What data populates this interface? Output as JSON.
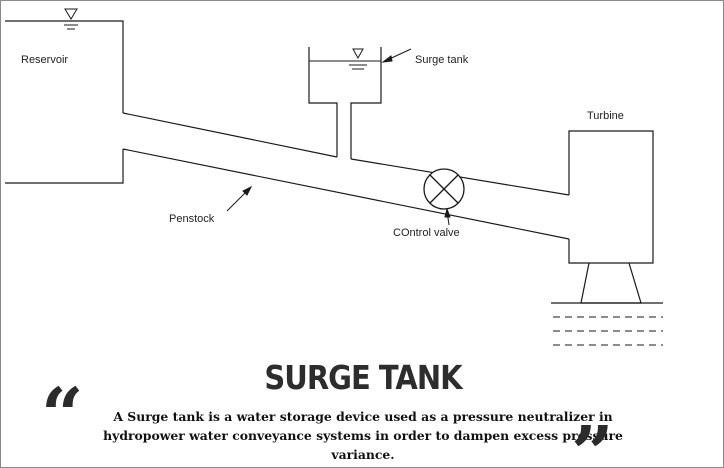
{
  "labels": {
    "reservoir": "Reservoir",
    "surge_tank": "Surge tank",
    "turbine": "Turbine",
    "penstock": "Penstock",
    "control_valve": "COntrol valve"
  },
  "title": "SURGE TANK",
  "caption": "A Surge tank is a water storage device used as a pressure neutralizer in hydropower water conveyance systems in order to dampen excess pressure variance.",
  "quotes": {
    "open": "“",
    "close": "”"
  },
  "colors": {
    "line": "#1a1a1a",
    "title": "#2d2d2d",
    "text": "#111111"
  },
  "icons": [
    "water-level-triangle-icon",
    "valve-icon",
    "arrow-icon"
  ]
}
